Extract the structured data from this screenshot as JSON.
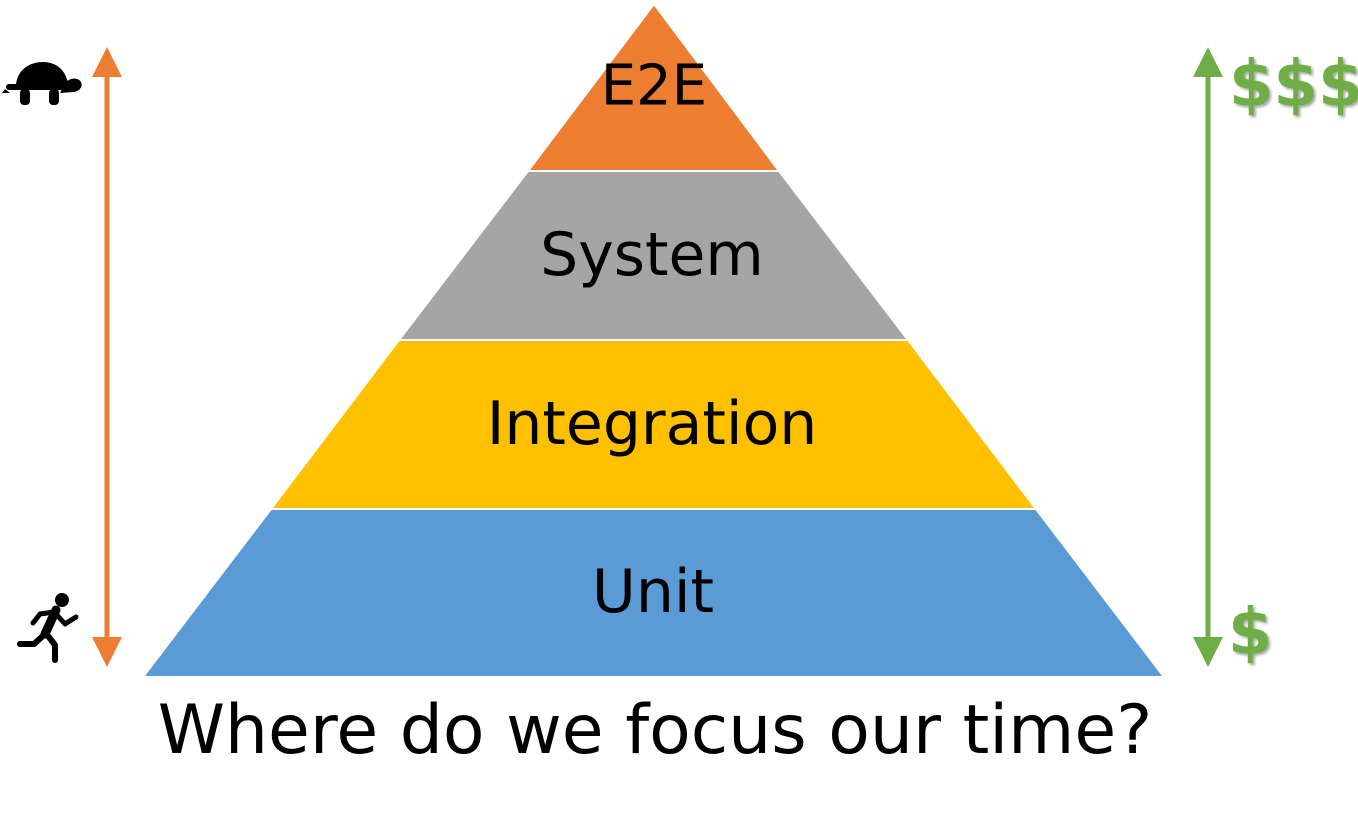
{
  "pyramid": {
    "tiers": [
      {
        "label": "E2E",
        "color": "#ED7D31"
      },
      {
        "label": "System",
        "color": "#A5A5A5"
      },
      {
        "label": "Integration",
        "color": "#FFC000"
      },
      {
        "label": "Unit",
        "color": "#5B9BD5"
      }
    ]
  },
  "speed_axis": {
    "color": "#ED7D31",
    "top_icon": "turtle-icon",
    "bottom_icon": "runner-icon"
  },
  "cost_axis": {
    "color": "#70AD47",
    "top_label": "$$$",
    "bottom_label": "$"
  },
  "caption": "Where do we focus our time?"
}
